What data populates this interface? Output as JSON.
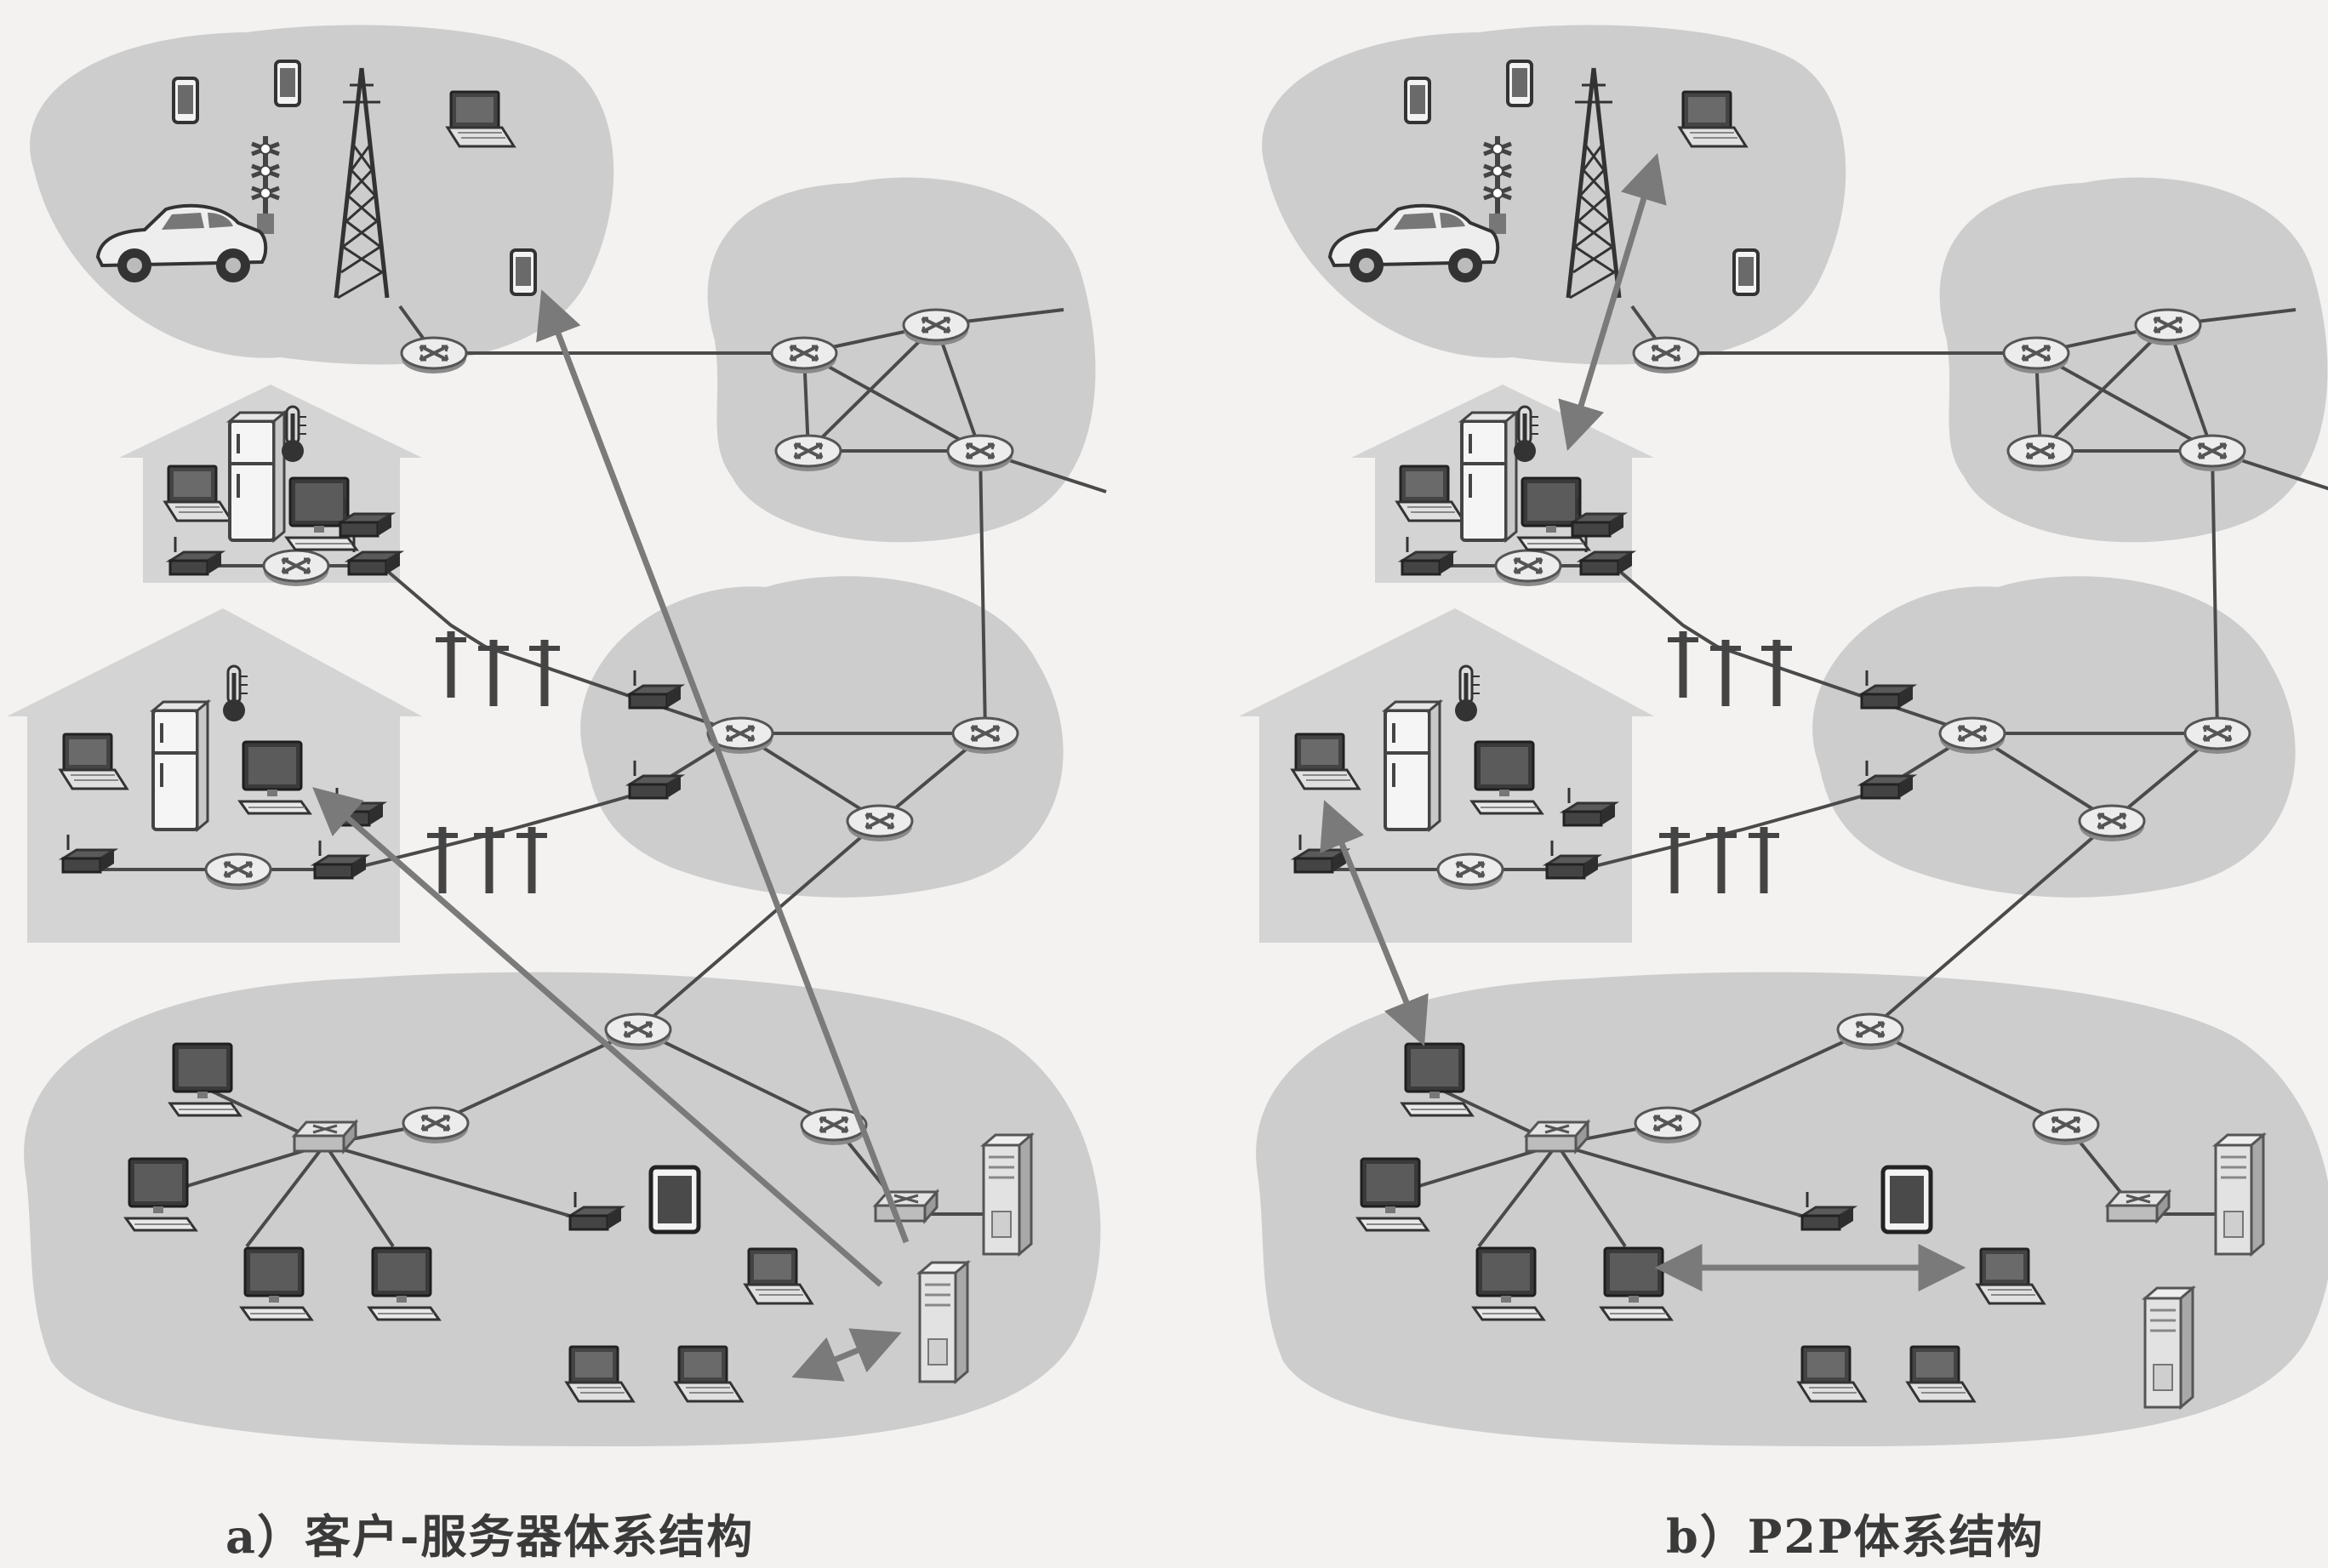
{
  "captions": {
    "a": "a）客户-服务器体系结构",
    "b": "b）P2P体系结构"
  },
  "panels": [
    {
      "id": "client-server",
      "architecture": "client-server"
    },
    {
      "id": "p2p",
      "architecture": "peer-to-peer"
    }
  ],
  "colors": {
    "cloud": "#cdcdcd",
    "house": "#d4d4d4",
    "link": "#4a4a4a",
    "arrow": "#7a7a7a",
    "router": "#ececec",
    "background": "#f3f2f0"
  },
  "icons": [
    "router-icon",
    "switch-icon",
    "laptop-icon",
    "desktop-icon",
    "server-icon",
    "phone-icon",
    "tablet-icon",
    "car-icon",
    "tower-icon",
    "traffic-light-icon",
    "fridge-icon",
    "thermometer-icon",
    "modem-icon",
    "utility-pole-icon"
  ]
}
